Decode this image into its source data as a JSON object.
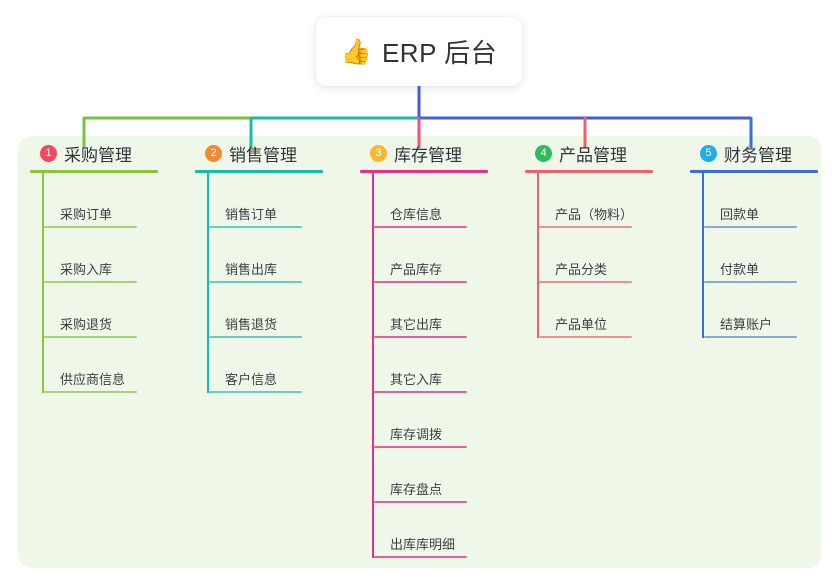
{
  "root": {
    "icon": "thumbs-up-icon",
    "emoji": "👍",
    "title": "ERP 后台"
  },
  "palette": {
    "panel_bg": "#eff7e9",
    "card_bg": "#ffffff",
    "text": "#2f3437",
    "leaf_text": "#3a3f42",
    "connector_green": "#7ac143",
    "connector_teal": "#12bfa5",
    "connector_blue": "#4a5bd4",
    "drop_green": "#7ac143",
    "drop_teal": "#12bfa5",
    "drop_pink": "#ef4f87",
    "drop_red": "#f0606b",
    "drop_blue": "#3a6fd8"
  },
  "columns": [
    {
      "index": "1",
      "title": "采购管理",
      "badge_color": "#f2495c",
      "line_color": "#8cc63f",
      "leaf_line_color": "#a6d177",
      "items": [
        {
          "label": "采购订单"
        },
        {
          "label": "采购入库"
        },
        {
          "label": "采购退货"
        },
        {
          "label": "供应商信息"
        }
      ]
    },
    {
      "index": "2",
      "title": "销售管理",
      "badge_color": "#f08a33",
      "line_color": "#12bfa5",
      "leaf_line_color": "#62cfc0",
      "items": [
        {
          "label": "销售订单"
        },
        {
          "label": "销售出库"
        },
        {
          "label": "销售退货"
        },
        {
          "label": "客户信息"
        }
      ]
    },
    {
      "index": "3",
      "title": "库存管理",
      "badge_color": "#f5b82e",
      "line_color": "#e8308a",
      "leaf_line_color": "#e85da0",
      "items": [
        {
          "label": "仓库信息"
        },
        {
          "label": "产品库存"
        },
        {
          "label": "其它出库"
        },
        {
          "label": "其它入库"
        },
        {
          "label": "库存调拨"
        },
        {
          "label": "库存盘点"
        },
        {
          "label": "出库库明细"
        }
      ]
    },
    {
      "index": "4",
      "title": "产品管理",
      "badge_color": "#2ebd59",
      "line_color": "#f0606b",
      "leaf_line_color": "#f08f93",
      "items": [
        {
          "label": "产品（物料）"
        },
        {
          "label": "产品分类"
        },
        {
          "label": "产品单位"
        }
      ]
    },
    {
      "index": "5",
      "title": "财务管理",
      "badge_color": "#1eaee8",
      "line_color": "#3a6fd8",
      "leaf_line_color": "#8aa8e0",
      "items": [
        {
          "label": "回款单"
        },
        {
          "label": "付款单"
        },
        {
          "label": "结算账户"
        }
      ]
    }
  ]
}
